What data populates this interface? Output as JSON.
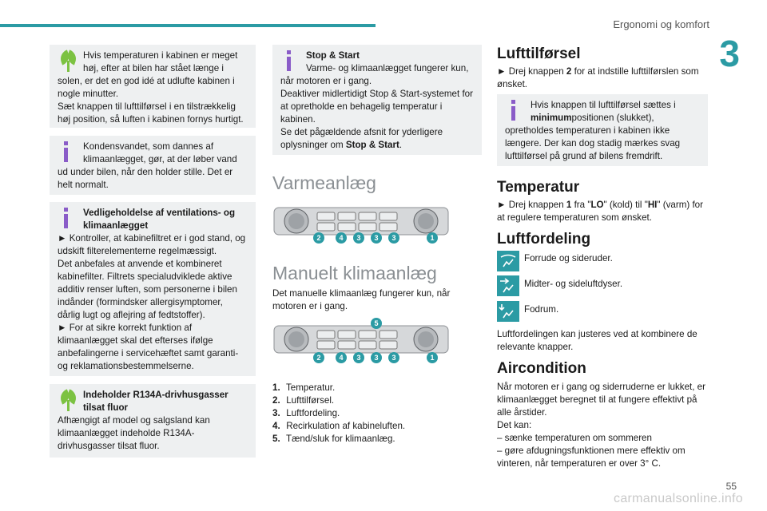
{
  "header": {
    "title": "Ergonomi og komfort",
    "chapter": "3",
    "page_number": "55"
  },
  "watermark": "carmanualsonline.info",
  "left_boxes": {
    "box1": {
      "text": "Hvis temperaturen i kabinen er meget høj, efter at bilen har stået længe i solen, er det en god idé at udlufte kabinen i nogle minutter.",
      "text2": "Sæt knappen til lufttilførsel i en tilstrækkelig høj position, så luften i kabinen fornys hurtigt."
    },
    "box2": {
      "text": "Kondensvandet, som dannes af klimaanlægget, gør, at der løber vand ud under bilen, når den holder stille. Det er helt normalt."
    },
    "box3": {
      "title": "Vedligeholdelse af ventilations- og klimaanlægget",
      "text1": "► Kontroller, at kabinefiltret er i god stand, og udskift filterelementerne regelmæssigt.",
      "text2": "Det anbefales at anvende et kombineret kabinefilter. Filtrets specialudviklede aktive additiv renser luften, som personerne i bilen indånder (formindsker allergisymptomer, dårlig lugt og aflejring af fedtstoffer).",
      "text3": "► For at sikre korrekt funktion af klimaanlægget skal det efterses ifølge anbefalingerne i servicehæftet samt garanti- og reklamationsbestemmelserne."
    },
    "box4": {
      "title": "Indeholder R134A-drivhusgasser tilsat fluor",
      "text": "Afhængigt af model og salgsland kan klimaanlægget indeholde R134A-drivhusgasser tilsat fluor."
    }
  },
  "middle": {
    "stopstart": {
      "title": "Stop & Start",
      "text1": "Varme- og klimaanlægget fungerer kun, når motoren er i gang.",
      "text2": "Deaktiver midlertidigt Stop & Start-systemet for at opretholde en behagelig temperatur i kabinen.",
      "text3_pre": "Se det pågældende afsnit for yderligere oplysninger om ",
      "text3_bold": "Stop & Start",
      "text3_post": "."
    },
    "varme_heading": "Varmeanlæg",
    "panel1_labels": [
      "2",
      "4",
      "3",
      "3",
      "3",
      "1"
    ],
    "manuelt_heading": "Manuelt klimaanlæg",
    "manuelt_text": "Det manuelle klimaanlæg fungerer kun, når motoren er i gang.",
    "panel2_labels": [
      "5",
      "2",
      "4",
      "3",
      "3",
      "3",
      "1"
    ],
    "legend": [
      {
        "num": "1.",
        "text": "Temperatur."
      },
      {
        "num": "2.",
        "text": "Lufttilførsel."
      },
      {
        "num": "3.",
        "text": "Luftfordeling."
      },
      {
        "num": "4.",
        "text": "Recirkulation af kabineluften."
      },
      {
        "num": "5.",
        "text": "Tænd/sluk for klimaanlæg."
      }
    ]
  },
  "right": {
    "luft_heading": "Lufttilførsel",
    "luft_text_pre": "► Drej knappen ",
    "luft_text_bold": "2",
    "luft_text_post": " for at indstille lufttilførslen som ønsket.",
    "luft_box_pre": "Hvis knappen til lufttilførsel sættes i ",
    "luft_box_bold": "minimum",
    "luft_box_post": "positionen (slukket), opretholdes temperaturen i kabinen ikke længere. Der kan dog stadig mærkes svag lufttilførsel på grund af bilens fremdrift.",
    "temp_heading": "Temperatur",
    "temp_pre": "► Drej knappen ",
    "temp_b1": "1",
    "temp_mid1": " fra \"",
    "temp_b2": "LO",
    "temp_mid2": "\" (kold) til \"",
    "temp_b3": "HI",
    "temp_post": "\" (varm) for at regulere temperaturen som ønsket.",
    "fordeling_heading": "Luftfordeling",
    "fordeling_items": [
      "Forrude og sideruder.",
      "Midter- og sideluftdyser.",
      "Fodrum."
    ],
    "fordeling_text": "Luftfordelingen kan justeres ved at kombinere de relevante knapper.",
    "air_heading": "Aircondition",
    "air_text1": "Når motoren er i gang og siderruderne er lukket, er klimaanlægget beregnet til at fungere effektivt på alle årstider.",
    "air_text2": "Det kan:",
    "air_text3": "– sænke temperaturen om sommeren",
    "air_text4": "– gøre afdugningsfunktionen mere effektiv om vinteren, når temperaturen er over 3° C."
  }
}
